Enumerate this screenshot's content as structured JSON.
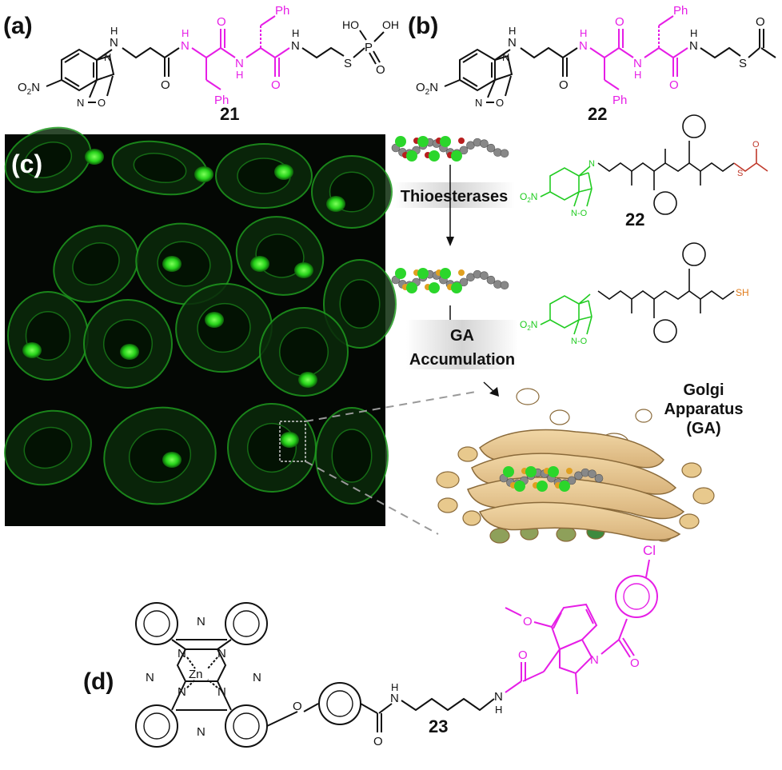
{
  "panels": {
    "a": {
      "label": "(a)",
      "compound": "21",
      "nh": "H",
      "phenyl": "Ph",
      "nitro": "O2N",
      "ring_n": "N",
      "ring_o": "O",
      "phosphate_oh1": "HO",
      "phosphate_oh2": "OH",
      "p": "P",
      "s": "S"
    },
    "b": {
      "label": "(b)",
      "compound": "22",
      "nh": "H",
      "phenyl": "Ph",
      "nitro": "O2N",
      "s": "S"
    },
    "c": {
      "label": "(c)",
      "enzyme": "Thioesterases",
      "accumulation_line1": "GA",
      "accumulation_line2": "Accumulation",
      "compound_top": "22",
      "thiol": "SH",
      "organelle_line1": "Golgi",
      "organelle_line2": "Apparatus",
      "organelle_line3": "(GA)"
    },
    "d": {
      "label": "(d)",
      "compound": "23",
      "metal": "Zn",
      "chloro": "Cl",
      "amide_nh": "H"
    }
  },
  "colors": {
    "magenta": "#e61ee6",
    "green_fluor": "#22d022",
    "thioester_red": "#c0392b",
    "thiol_orange": "#e07b1a",
    "golgi": "#e6c48c",
    "golgi_edge": "#8a6a3a",
    "micro_bg": "#050805"
  }
}
